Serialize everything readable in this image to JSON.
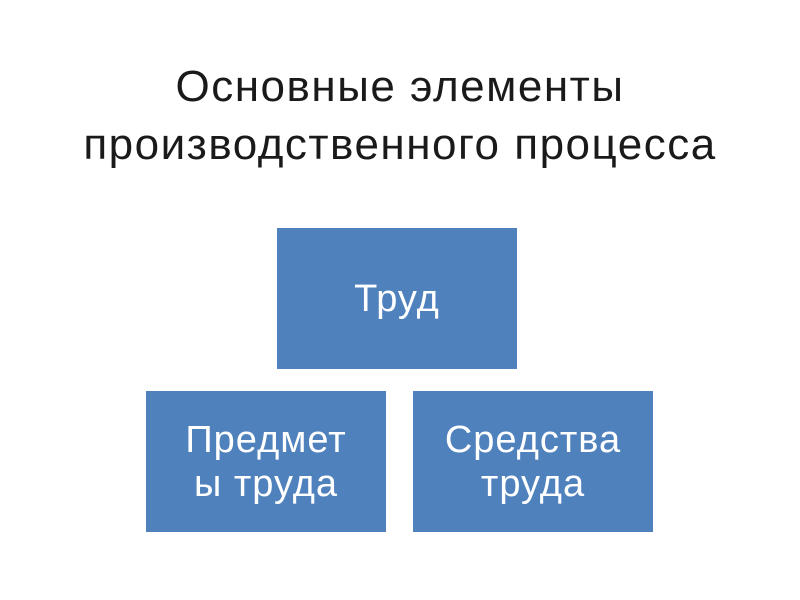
{
  "title": {
    "line1": "Основные элементы",
    "line2": "производственного процесса"
  },
  "boxes": {
    "labor": {
      "label": "Труд"
    },
    "objects": {
      "line1": "Предмет",
      "line2": "ы труда"
    },
    "means": {
      "line1": "Средства",
      "line2": "труда"
    }
  },
  "colors": {
    "box_fill": "#4f81bd",
    "box_text": "#ffffff",
    "title_text": "#1a1a1a"
  }
}
